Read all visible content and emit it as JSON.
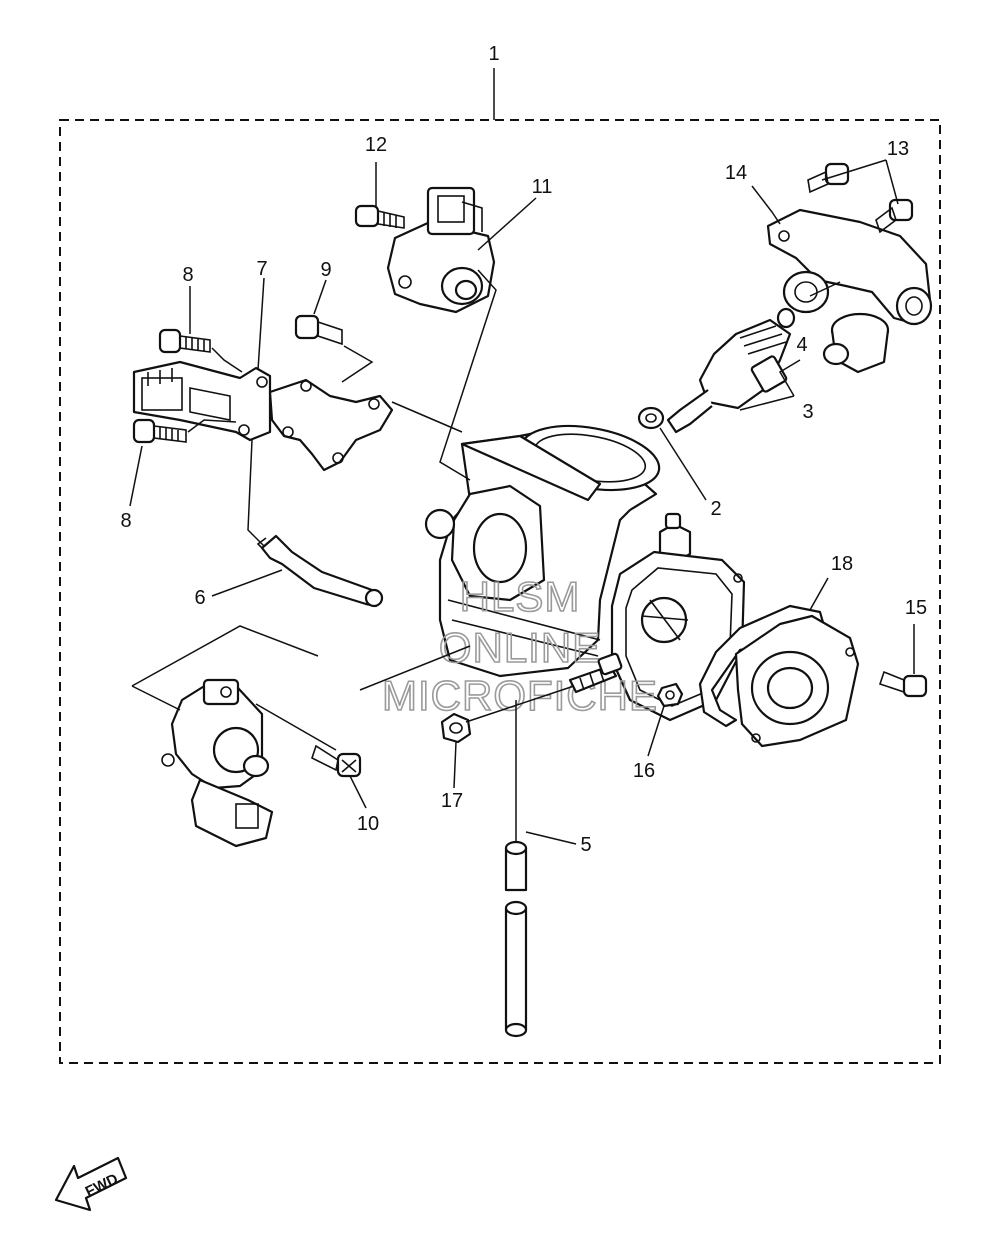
{
  "callouts": [
    {
      "id": "1",
      "text": "1"
    },
    {
      "id": "2",
      "text": "2"
    },
    {
      "id": "3",
      "text": "3"
    },
    {
      "id": "4",
      "text": "4"
    },
    {
      "id": "5",
      "text": "5"
    },
    {
      "id": "6",
      "text": "6"
    },
    {
      "id": "7",
      "text": "7"
    },
    {
      "id": "8a",
      "text": "8"
    },
    {
      "id": "8b",
      "text": "8"
    },
    {
      "id": "9",
      "text": "9"
    },
    {
      "id": "10",
      "text": "10"
    },
    {
      "id": "11",
      "text": "11"
    },
    {
      "id": "12",
      "text": "12"
    },
    {
      "id": "13",
      "text": "13"
    },
    {
      "id": "14",
      "text": "14"
    },
    {
      "id": "15",
      "text": "15"
    },
    {
      "id": "16",
      "text": "16"
    },
    {
      "id": "17",
      "text": "17"
    },
    {
      "id": "18",
      "text": "18"
    }
  ],
  "watermark": {
    "line1": "HLSM",
    "line2": "ONLINE",
    "line3": "MICROFICHE"
  },
  "direction_badge": "FWD",
  "colors": {
    "ink": "#111111",
    "watermark": "#9a9a9a",
    "background": "#ffffff"
  }
}
